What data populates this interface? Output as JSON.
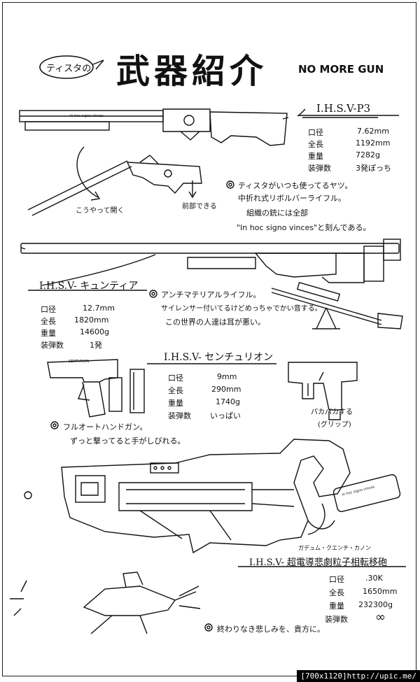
{
  "header": {
    "oval_label": "ティスタの",
    "title": "武器紹介",
    "subtitle": "NO MORE GUN"
  },
  "weapons": [
    {
      "name": "I.H.S.V-P3",
      "specs": [
        {
          "label": "口径",
          "value": "7.62mm"
        },
        {
          "label": "全長",
          "value": "1192mm"
        },
        {
          "label": "重量",
          "value": "7282g"
        },
        {
          "label": "装弾数",
          "value": "3発ぽっち"
        }
      ],
      "engraving": "In hoc signo vinces",
      "notes": [
        "ティスタがいつも使ってるヤツ。",
        "中折れ式リボルバーライフル。",
        "組織の銃には全部",
        "\"In hoc signo vinces\"と刻んである。"
      ],
      "annotations": [
        "こうやって開く",
        "前部できる"
      ]
    },
    {
      "name": "I.H.S.V- キュンティア",
      "specs": [
        {
          "label": "口径",
          "value": "12.7mm"
        },
        {
          "label": "全長",
          "value": "1820mm"
        },
        {
          "label": "重量",
          "value": "14600g"
        },
        {
          "label": "装弾数",
          "value": "1発"
        }
      ],
      "notes": [
        "アンチマテリアルライフル。",
        "サイレンサー付いてるけどめっちゃでかい音する。",
        "この世界の人達は耳が悪い。"
      ]
    },
    {
      "name": "I.H.S.V- センチュリオン",
      "specs": [
        {
          "label": "口径",
          "value": "9mm"
        },
        {
          "label": "全長",
          "value": "290mm"
        },
        {
          "label": "重量",
          "value": "1740g"
        },
        {
          "label": "装弾数",
          "value": "いっぱい"
        }
      ],
      "engraving": "SENTURION",
      "notes": [
        "フルオートハンドガン。",
        "ずっと撃ってると手がしびれる。"
      ],
      "annotations": [
        "パカパカする",
        "(グリップ)"
      ]
    },
    {
      "name": "I.H.S.V- 超電導悲劇粒子相転移砲",
      "ruby": "ガデュム・クエンチ・カノン",
      "specs": [
        {
          "label": "口径",
          "value": ".30K"
        },
        {
          "label": "全長",
          "value": "1650mm"
        },
        {
          "label": "重量",
          "value": "232300g"
        },
        {
          "label": "装弾数",
          "value": "∞"
        }
      ],
      "engraving": "In hoc signo vinces",
      "notes": [
        "終わりなき悲しみを、貴方に。"
      ]
    }
  ],
  "watermark": "[700x1120]http://upic.me/"
}
